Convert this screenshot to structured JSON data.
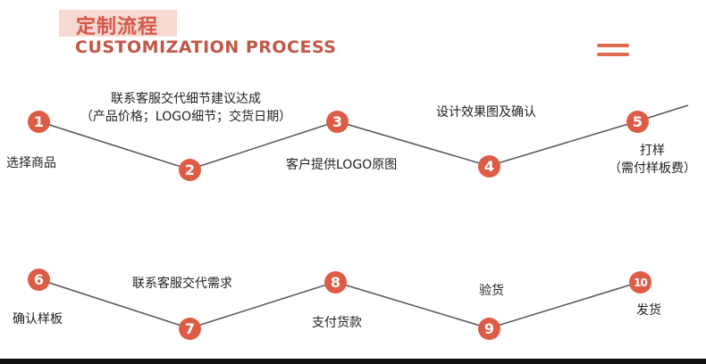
{
  "header": {
    "title_cn": "定制流程",
    "title_en": "CUSTOMIZATION PROCESS",
    "accent_color": "#d6574a",
    "band_color": "#f6d9d0",
    "menu_icon": "hamburger-icon"
  },
  "steps": [
    {
      "num": "1",
      "labels": [
        "选择商品"
      ]
    },
    {
      "num": "2",
      "labels": [
        "联系客服交代细节建议达成",
        "（产品价格；LOGO细节；交货日期）"
      ]
    },
    {
      "num": "3",
      "labels": [
        "客户提供LOGO原图"
      ]
    },
    {
      "num": "4",
      "labels": [
        "设计效果图及确认"
      ]
    },
    {
      "num": "5",
      "labels": [
        "打样",
        "（需付样板费）"
      ]
    },
    {
      "num": "6",
      "labels": [
        "确认样板"
      ]
    },
    {
      "num": "7",
      "labels": [
        "联系客服交代需求"
      ]
    },
    {
      "num": "8",
      "labels": [
        "支付货款"
      ]
    },
    {
      "num": "9",
      "labels": [
        "验货"
      ]
    },
    {
      "num": "10",
      "labels": [
        "发货"
      ]
    }
  ],
  "colors": {
    "node": "#de5b46",
    "line": "#555555"
  }
}
